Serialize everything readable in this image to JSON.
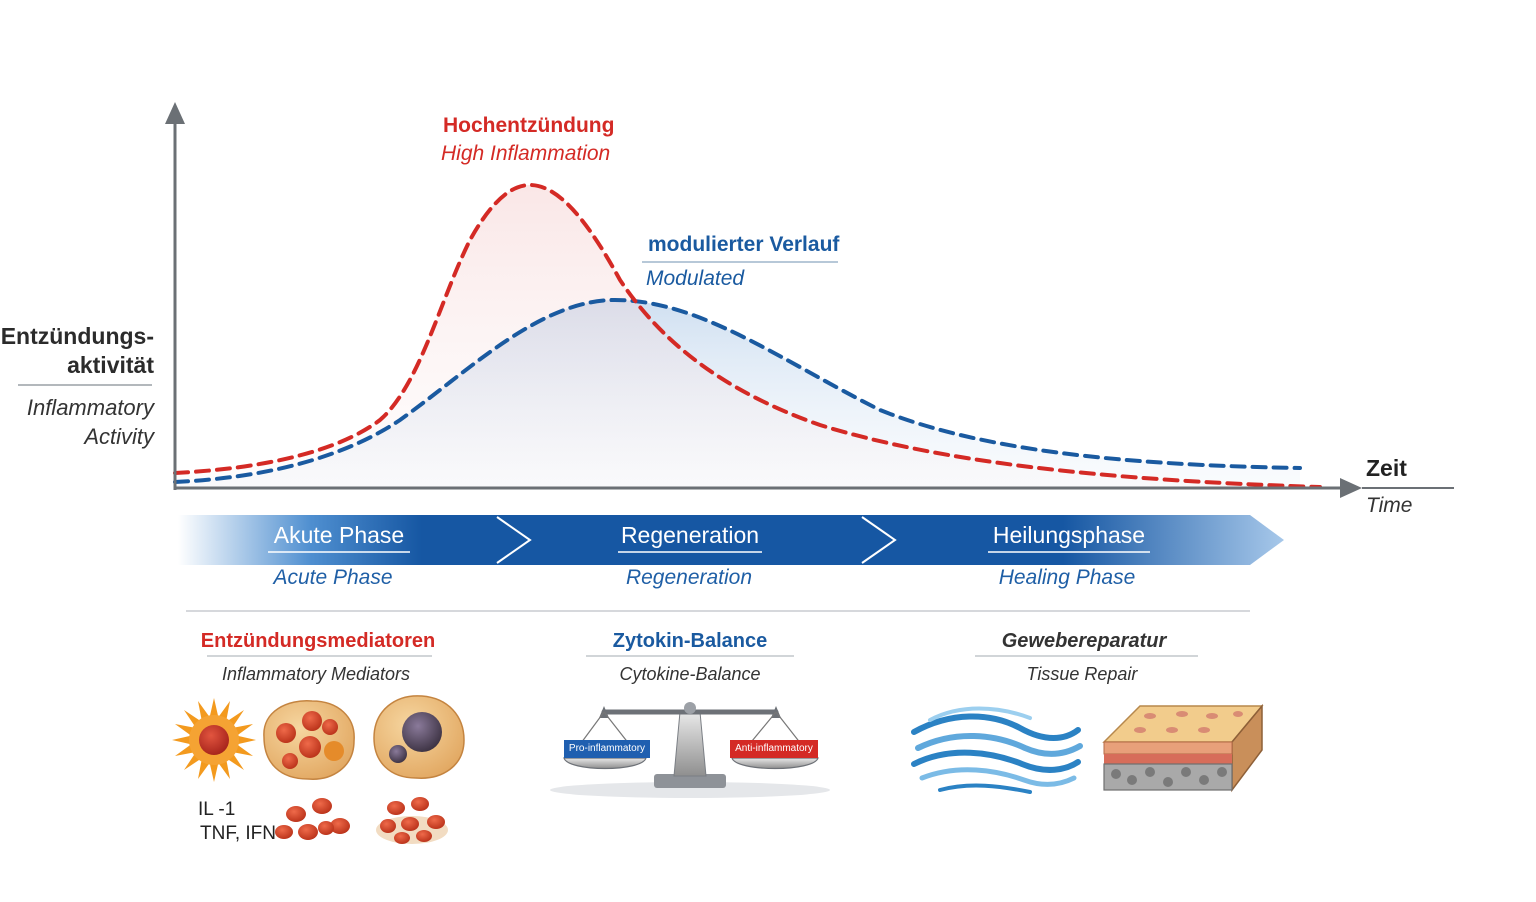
{
  "y_axis": {
    "label_de_line1": "Entzündungs-",
    "label_de_line2": "aktivität",
    "label_en_line1": "Inflammatory",
    "label_en_line2": "Activity"
  },
  "x_axis": {
    "label_de": "Zeit",
    "label_en": "Time"
  },
  "curves": {
    "high": {
      "label_de": "Hochentzündung",
      "label_en": "High Inflammation",
      "color": "#d42a25"
    },
    "modulated": {
      "label_de": "modulierter Verlauf",
      "label_en": "Modulated",
      "color": "#1a5aa0"
    }
  },
  "phases": [
    {
      "de": "Akute Phase",
      "en": "Acute Phase"
    },
    {
      "de": "Regeneration",
      "en": "Regeneration"
    },
    {
      "de": "Heilungsphase",
      "en": "Healing Phase"
    }
  ],
  "sections": {
    "mediators": {
      "title_de": "Entzündungsmediatoren",
      "title_en": "Inflammatory Mediators",
      "color": "#d42a25",
      "cytokines_line1": "IL -1",
      "cytokines_line2": "TNF, IFN"
    },
    "balance": {
      "title_de": "Zytokin-Balance",
      "title_en": "Cytokine-Balance",
      "color": "#1a5aa0",
      "left_label": "Pro-inflammatory",
      "right_label": "Anti-inflammatory"
    },
    "repair": {
      "title_de": "Gewebereparatur",
      "title_en": "Tissue Repair",
      "color": "#333333"
    }
  },
  "colors": {
    "arrow_blue": "#1657a3",
    "red": "#d42a25",
    "blue": "#1a5aa0"
  }
}
